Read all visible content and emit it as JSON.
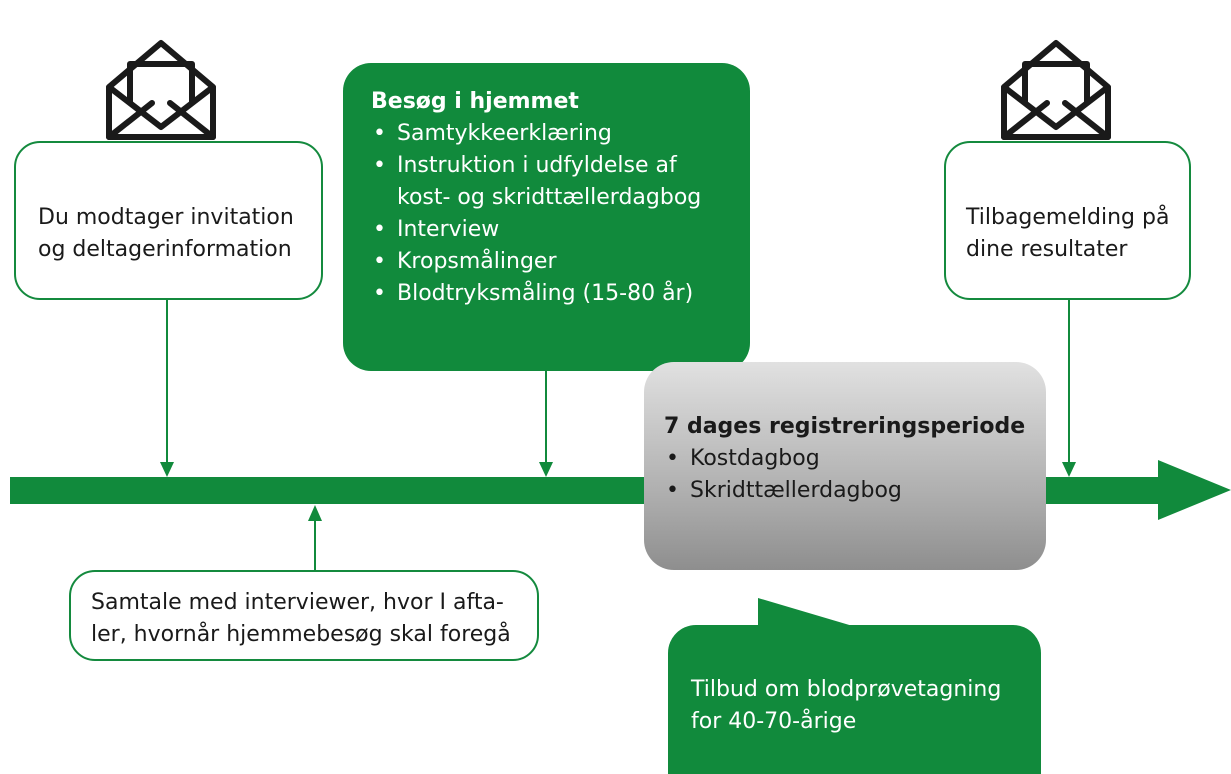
{
  "colors": {
    "green": "#118a3c",
    "outline": "#148a3e",
    "icon": "#1a1a1a",
    "gray_top": "#e1e1e1",
    "gray_bottom": "#8e8e8e"
  },
  "icons": [
    "envelope-open-icon",
    "envelope-open-icon"
  ],
  "invitation": {
    "text": "Du modtager invitation\nog deltagerinformation"
  },
  "home_visit": {
    "title": "Besøg i hjemmet",
    "items": [
      "Samtykkeerklæring",
      "Instruktion i udfyldelse af\nkost- og skridttællerdagbog",
      "Interview",
      "Kropsmålinger",
      "Blodtryksmåling (15-80 år)"
    ]
  },
  "registration": {
    "title": "7 dages registreringsperiode",
    "items": [
      "Kostdagbog",
      "Skridttællerdagbog"
    ]
  },
  "feedback": {
    "text": "Tilbagemelding på\ndine resultater"
  },
  "interview_call": {
    "text": "Samtale med interviewer, hvor I afta-\nler, hvornår hjemmebesøg skal foregå"
  },
  "blood_test": {
    "text": "Tilbud om blodprøvetagning\nfor 40-70-årige"
  }
}
